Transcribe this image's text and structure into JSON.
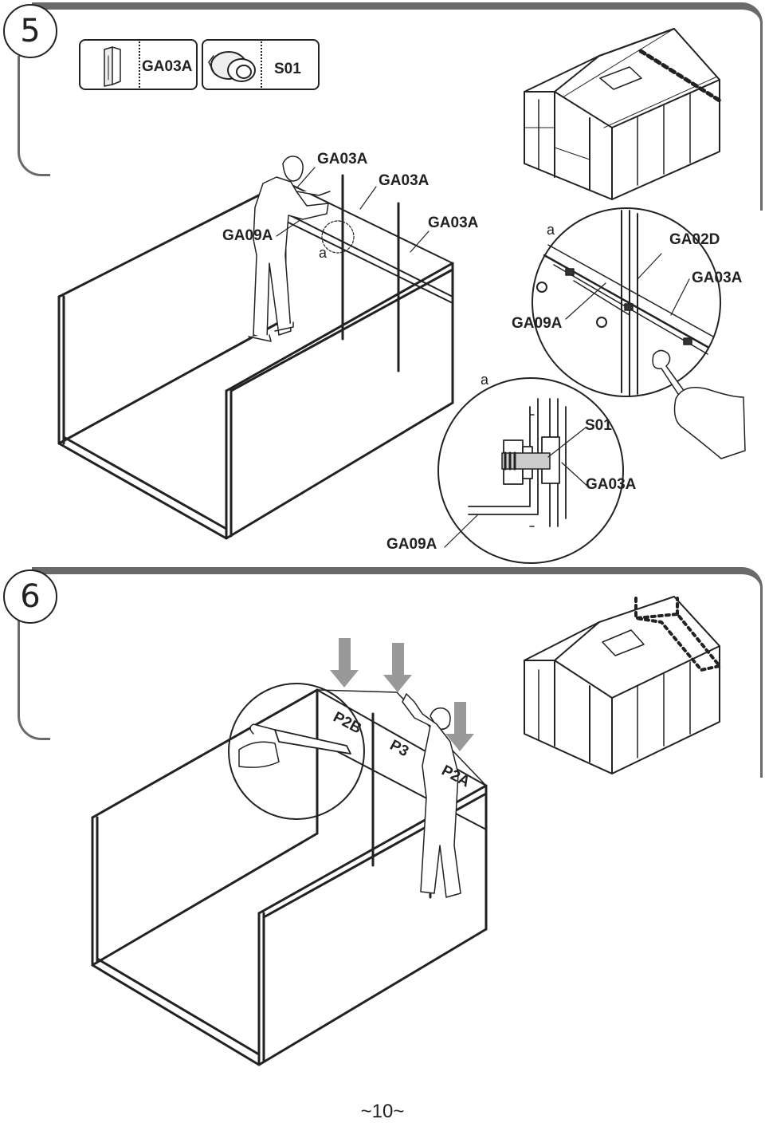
{
  "step5": {
    "number": "5",
    "parts": [
      {
        "code": "GA03A",
        "icon": "panel-clip-icon"
      },
      {
        "code": "S01",
        "icon": "bolt-nut-icon"
      }
    ],
    "labels": {
      "ga03a_top1": "GA03A",
      "ga03a_top2": "GA03A",
      "ga03a_top3": "GA03A",
      "ga09a_left": "GA09A",
      "a_left": "a",
      "a_detail1": "a",
      "ga02d": "GA02D",
      "ga03a_detail1": "GA03A",
      "ga09a_detail1": "GA09A",
      "a_detail2": "a",
      "s01_detail2": "S01",
      "ga03a_detail2": "GA03A",
      "ga09a_detail2": "GA09A"
    }
  },
  "step6": {
    "number": "6",
    "labels": {
      "p2b": "P2B",
      "p3": "P3",
      "p2a": "P2A"
    }
  },
  "page_number": "~10~"
}
